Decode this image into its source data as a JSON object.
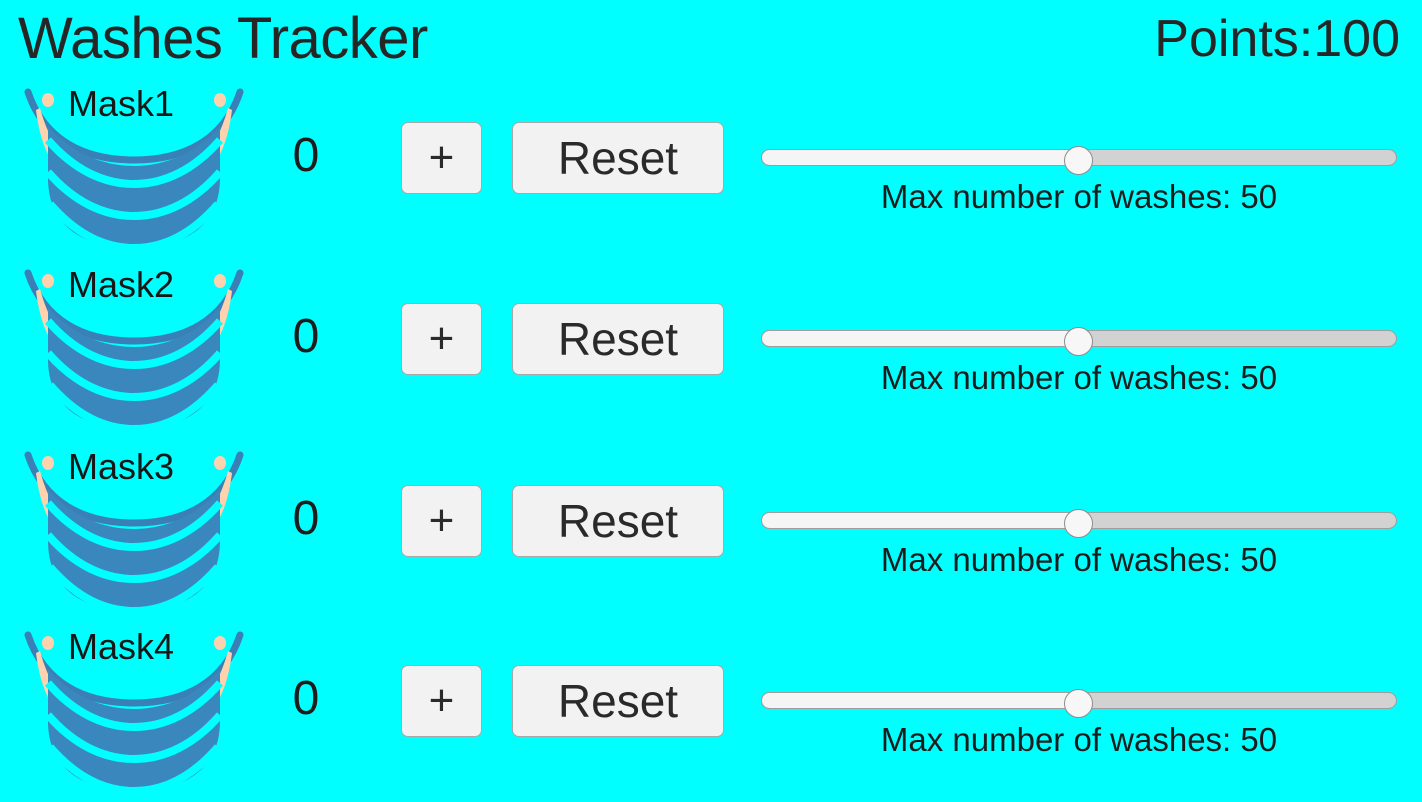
{
  "app": {
    "title": "Washes Tracker",
    "points_label": "Points:100",
    "background_color": "#00ffff",
    "text_color": "#222222"
  },
  "icons": {
    "mask": "face-mask-icon",
    "mask_body_color": "#3a87bd",
    "mask_strap_color": "#3a7fb5",
    "mask_ear_color": "#ffd2ae"
  },
  "slider_defaults": {
    "min": 0,
    "max": 100,
    "thumb_percent": 50
  },
  "rows": [
    {
      "mask_label": "Mask1",
      "count": "0",
      "increment_label": "+",
      "reset_label": "Reset",
      "slider_value": 50,
      "slider_caption": "Max number of washes: 50"
    },
    {
      "mask_label": "Mask2",
      "count": "0",
      "increment_label": "+",
      "reset_label": "Reset",
      "slider_value": 50,
      "slider_caption": "Max number of washes: 50"
    },
    {
      "mask_label": "Mask3",
      "count": "0",
      "increment_label": "+",
      "reset_label": "Reset",
      "slider_value": 50,
      "slider_caption": "Max number of washes: 50"
    },
    {
      "mask_label": "Mask4",
      "count": "0",
      "increment_label": "+",
      "reset_label": "Reset",
      "slider_value": 50,
      "slider_caption": "Max number of washes: 50"
    }
  ]
}
